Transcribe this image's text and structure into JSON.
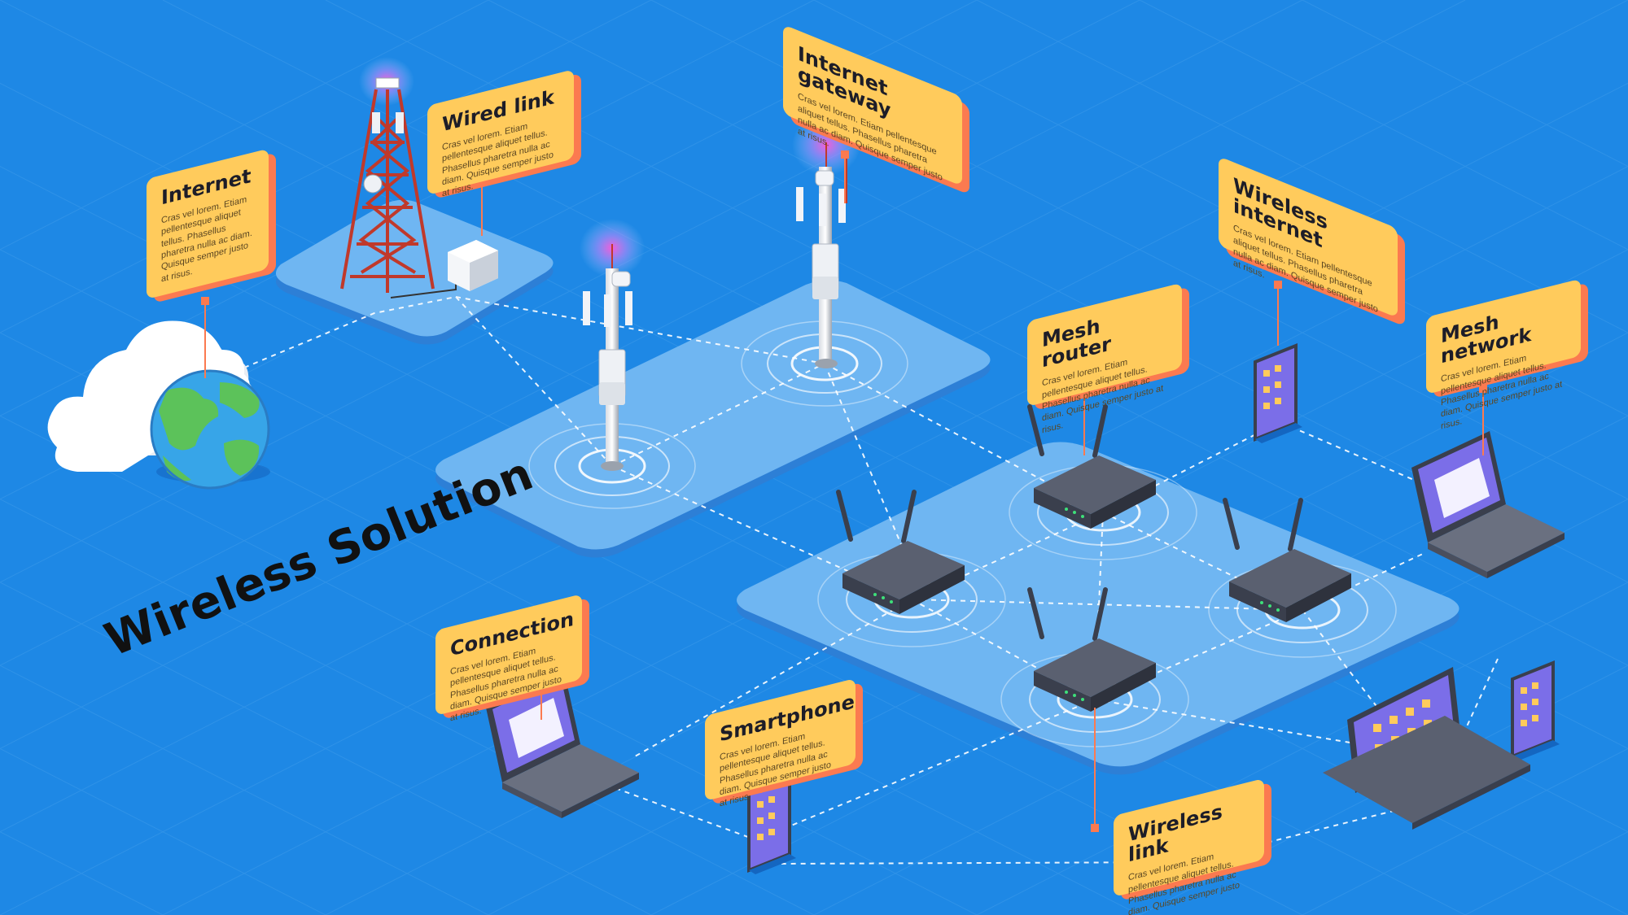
{
  "headline": "Wireless Solution",
  "cards": {
    "internet": {
      "title": "Internet",
      "body": "Cras vel lorem. Etiam pellentesque aliquet tellus. Phasellus pharetra nulla ac diam. Quisque semper justo at risus."
    },
    "wired_link": {
      "title": "Wired link",
      "body": "Cras vel lorem. Etiam pellentesque aliquet tellus. Phasellus pharetra nulla ac diam. Quisque semper justo at risus."
    },
    "internet_gateway": {
      "title": "Internet gateway",
      "body": "Cras vel lorem. Etiam pellentesque aliquet tellus. Phasellus pharetra nulla ac diam. Quisque semper justo at risus."
    },
    "wireless_internet": {
      "title": "Wireless internet",
      "body": "Cras vel lorem. Etiam pellentesque aliquet tellus. Phasellus pharetra nulla ac diam. Quisque semper justo at risus."
    },
    "mesh_router": {
      "title": "Mesh router",
      "body": "Cras vel lorem. Etiam pellentesque aliquet tellus. Phasellus pharetra nulla ac diam. Quisque semper justo at risus."
    },
    "mesh_network": {
      "title": "Mesh network",
      "body": "Cras vel lorem. Etiam pellentesque aliquet tellus. Phasellus pharetra nulla ac diam. Quisque semper justo at risus."
    },
    "connection": {
      "title": "Connection",
      "body": "Cras vel lorem. Etiam pellentesque aliquet tellus. Phasellus pharetra nulla ac diam. Quisque semper justo at risus."
    },
    "smartphone": {
      "title": "Smartphone",
      "body": "Cras vel lorem. Etiam pellentesque aliquet tellus. Phasellus pharetra nulla ac diam. Quisque semper justo at risus."
    },
    "wireless_link": {
      "title": "Wireless link",
      "body": "Cras vel lorem. Etiam pellentesque aliquet tellus. Phasellus pharetra nulla ac diam. Quisque semper justo at risus."
    }
  },
  "colors": {
    "background": "#1e88e5",
    "platform": "#6fb6f2",
    "card": "#ffcb5c",
    "card_shadow": "#fb7a50",
    "router": "#4a4f5e",
    "device_screen": "#7b6ee8",
    "tower": "#c0392b"
  },
  "icons": [
    "cloud-icon",
    "globe-icon",
    "lattice-tower-icon",
    "cell-tower-icon",
    "router-icon",
    "laptop-icon",
    "smartphone-icon",
    "tablet-icon"
  ]
}
